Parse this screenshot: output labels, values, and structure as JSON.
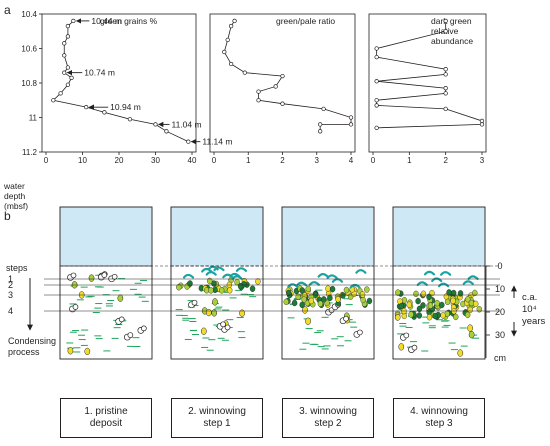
{
  "panel_labels": {
    "a": "a",
    "b": "b"
  },
  "chart_data": [
    {
      "type": "line",
      "title": "green grains %",
      "ylabel": "water depth (mbsf)",
      "ylim": [
        10.4,
        11.2
      ],
      "xlim": [
        0,
        40
      ],
      "y_ticks": [
        "10.4",
        "10.6",
        "10.8",
        "11",
        "11.2"
      ],
      "x_ticks": [
        "0",
        "10",
        "20",
        "30",
        "40"
      ],
      "series": [
        {
          "points": [
            [
              7.5,
              10.44
            ],
            [
              6,
              10.47
            ],
            [
              6,
              10.53
            ],
            [
              5,
              10.57
            ],
            [
              5,
              10.64
            ],
            [
              6,
              10.71
            ],
            [
              5,
              10.74
            ],
            [
              7,
              10.77
            ],
            [
              6,
              10.81
            ],
            [
              4,
              10.86
            ],
            [
              2,
              10.9
            ],
            [
              11,
              10.94
            ],
            [
              16,
              10.97
            ],
            [
              23,
              11.01
            ],
            [
              30,
              11.04
            ],
            [
              33,
              11.08
            ],
            [
              39,
              11.14
            ]
          ]
        }
      ],
      "annotations": [
        "10.44 m",
        "10.74 m",
        "10.94 m",
        "11.04 m",
        "11.14 m"
      ]
    },
    {
      "type": "line",
      "title": "green/pale ratio",
      "xlim": [
        0,
        4
      ],
      "x_ticks": [
        "0",
        "1",
        "2",
        "3",
        "4"
      ],
      "series": [
        {
          "points": [
            [
              0.6,
              10.44
            ],
            [
              0.5,
              10.47
            ],
            [
              0.4,
              10.55
            ],
            [
              0.3,
              10.62
            ],
            [
              0.5,
              10.69
            ],
            [
              0.9,
              10.74
            ],
            [
              2,
              10.76
            ],
            [
              1.8,
              10.82
            ],
            [
              1.3,
              10.85
            ],
            [
              1.3,
              10.9
            ],
            [
              2,
              10.92
            ],
            [
              3.2,
              10.95
            ],
            [
              4,
              11.0
            ],
            [
              4,
              11.04
            ],
            [
              3.1,
              11.04
            ],
            [
              3.1,
              11.08
            ]
          ]
        }
      ]
    },
    {
      "type": "line",
      "title": "dark green\nrelative\nabundance",
      "xlim": [
        0,
        3
      ],
      "x_ticks": [
        "0",
        "1",
        "2",
        "3"
      ],
      "series": [
        {
          "points": [
            [
              2,
              10.44
            ],
            [
              2,
              10.5
            ],
            [
              0.1,
              10.6
            ],
            [
              0.1,
              10.65
            ],
            [
              2,
              10.72
            ],
            [
              2,
              10.75
            ],
            [
              0.1,
              10.79
            ],
            [
              2,
              10.83
            ],
            [
              2,
              10.86
            ],
            [
              0.1,
              10.9
            ],
            [
              0.1,
              10.93
            ],
            [
              2,
              10.95
            ],
            [
              3,
              11.02
            ],
            [
              3,
              11.04
            ],
            [
              0.1,
              11.06
            ]
          ]
        }
      ]
    }
  ],
  "diagram": {
    "steps_label": "steps",
    "step_numbers": [
      "1",
      "2",
      "3",
      "4"
    ],
    "condensing_label": "Condensing\nprocess",
    "scale_ticks": [
      "0",
      "10",
      "20",
      "30"
    ],
    "scale_unit": "cm",
    "time_label": "c.a.\n10⁴\nyears",
    "captions": [
      "1. pristine\ndeposit",
      "2. winnowing\nstep 1",
      "3. winnowing\nstep 2",
      "4. winnowing\nstep 3"
    ],
    "colors": {
      "water": "#cfe8f5",
      "green_dash": "#1fa55b",
      "grain_yellow": "#f2dc2a",
      "grain_light_green": "#a9cf3a",
      "grain_dark_green": "#1e7a37",
      "current_arrow": "#1aa3a3",
      "line": "#231f20"
    }
  }
}
